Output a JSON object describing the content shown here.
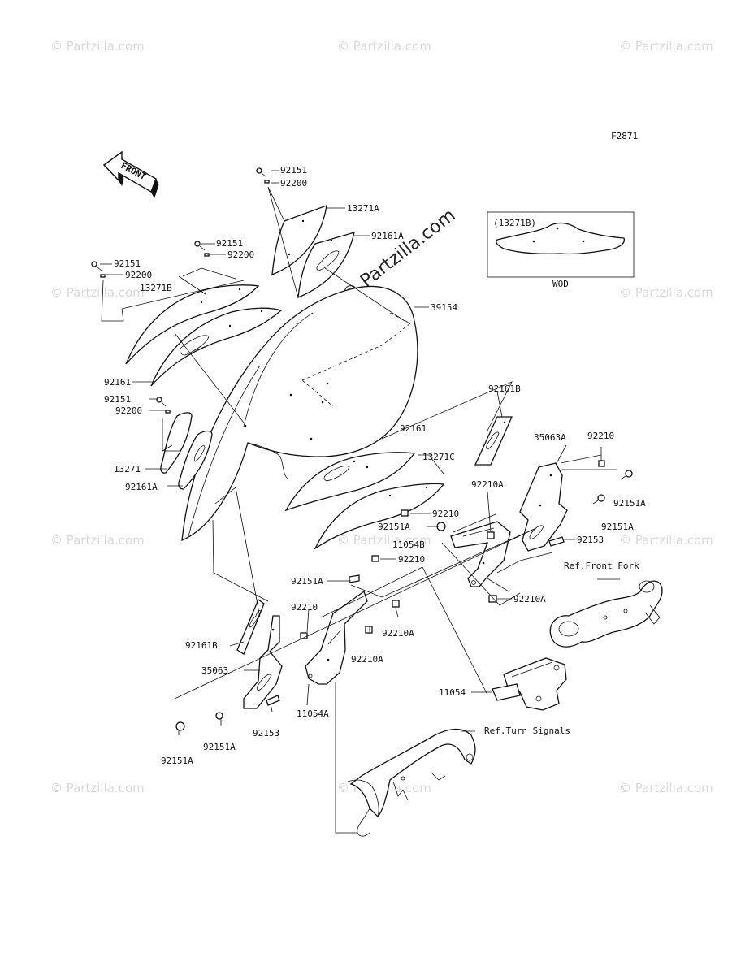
{
  "figure_code": "F2871",
  "front_marker": "FRONT",
  "watermark": "© Partzilla.com",
  "center_watermark": "© Partzilla.com",
  "inset": {
    "title": "(13271B)",
    "caption": "WOD"
  },
  "refs": {
    "front_fork": "Ref.Front Fork",
    "turn_signals": "Ref.Turn Signals"
  },
  "labels": {
    "l01": "92151",
    "l02": "92200",
    "l03": "13271A",
    "l04": "92161A",
    "l05": "92151",
    "l06": "92200",
    "l07": "92151",
    "l08": "92200",
    "l09": "13271B",
    "l10": "39154",
    "l11": "92161",
    "l12": "92151",
    "l13": "92200",
    "l14": "13271",
    "l15": "92161A",
    "l16": "92161B",
    "l17": "35063A",
    "l18": "92210",
    "l19": "92161",
    "l20": "13271C",
    "l21": "92210A",
    "l22": "92151A",
    "l23": "92210",
    "l24": "92151A",
    "l25": "92151A",
    "l26": "11054B",
    "l27": "92153",
    "l28": "92210",
    "l29": "92151A",
    "l30": "92210A",
    "l31": "92210",
    "l32": "92210A",
    "l33": "92161B",
    "l34": "92210A",
    "l35": "35063",
    "l36": "11054",
    "l37": "11054A",
    "l38": "92153",
    "l39": "92151A",
    "l40": "92151A"
  }
}
